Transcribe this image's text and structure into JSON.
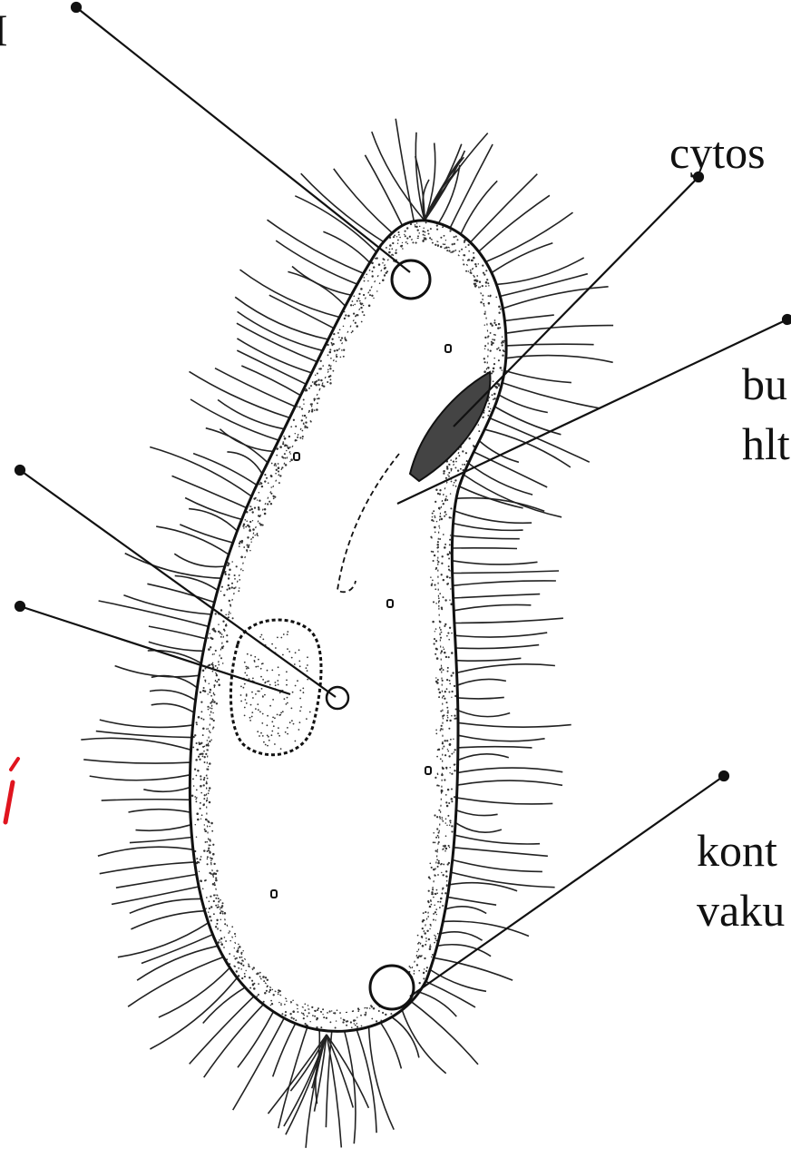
{
  "diagram": {
    "labels": {
      "top_left_fragment": "I",
      "cytostome": "cytos",
      "cell_pharynx_line1": "bu",
      "cell_pharynx_line2": "hlt",
      "contractile_line1": "kont",
      "contractile_line2": "vaku"
    },
    "colors": {
      "ink": "#111111",
      "annotation": "#e0141e",
      "background": "#ffffff"
    }
  }
}
